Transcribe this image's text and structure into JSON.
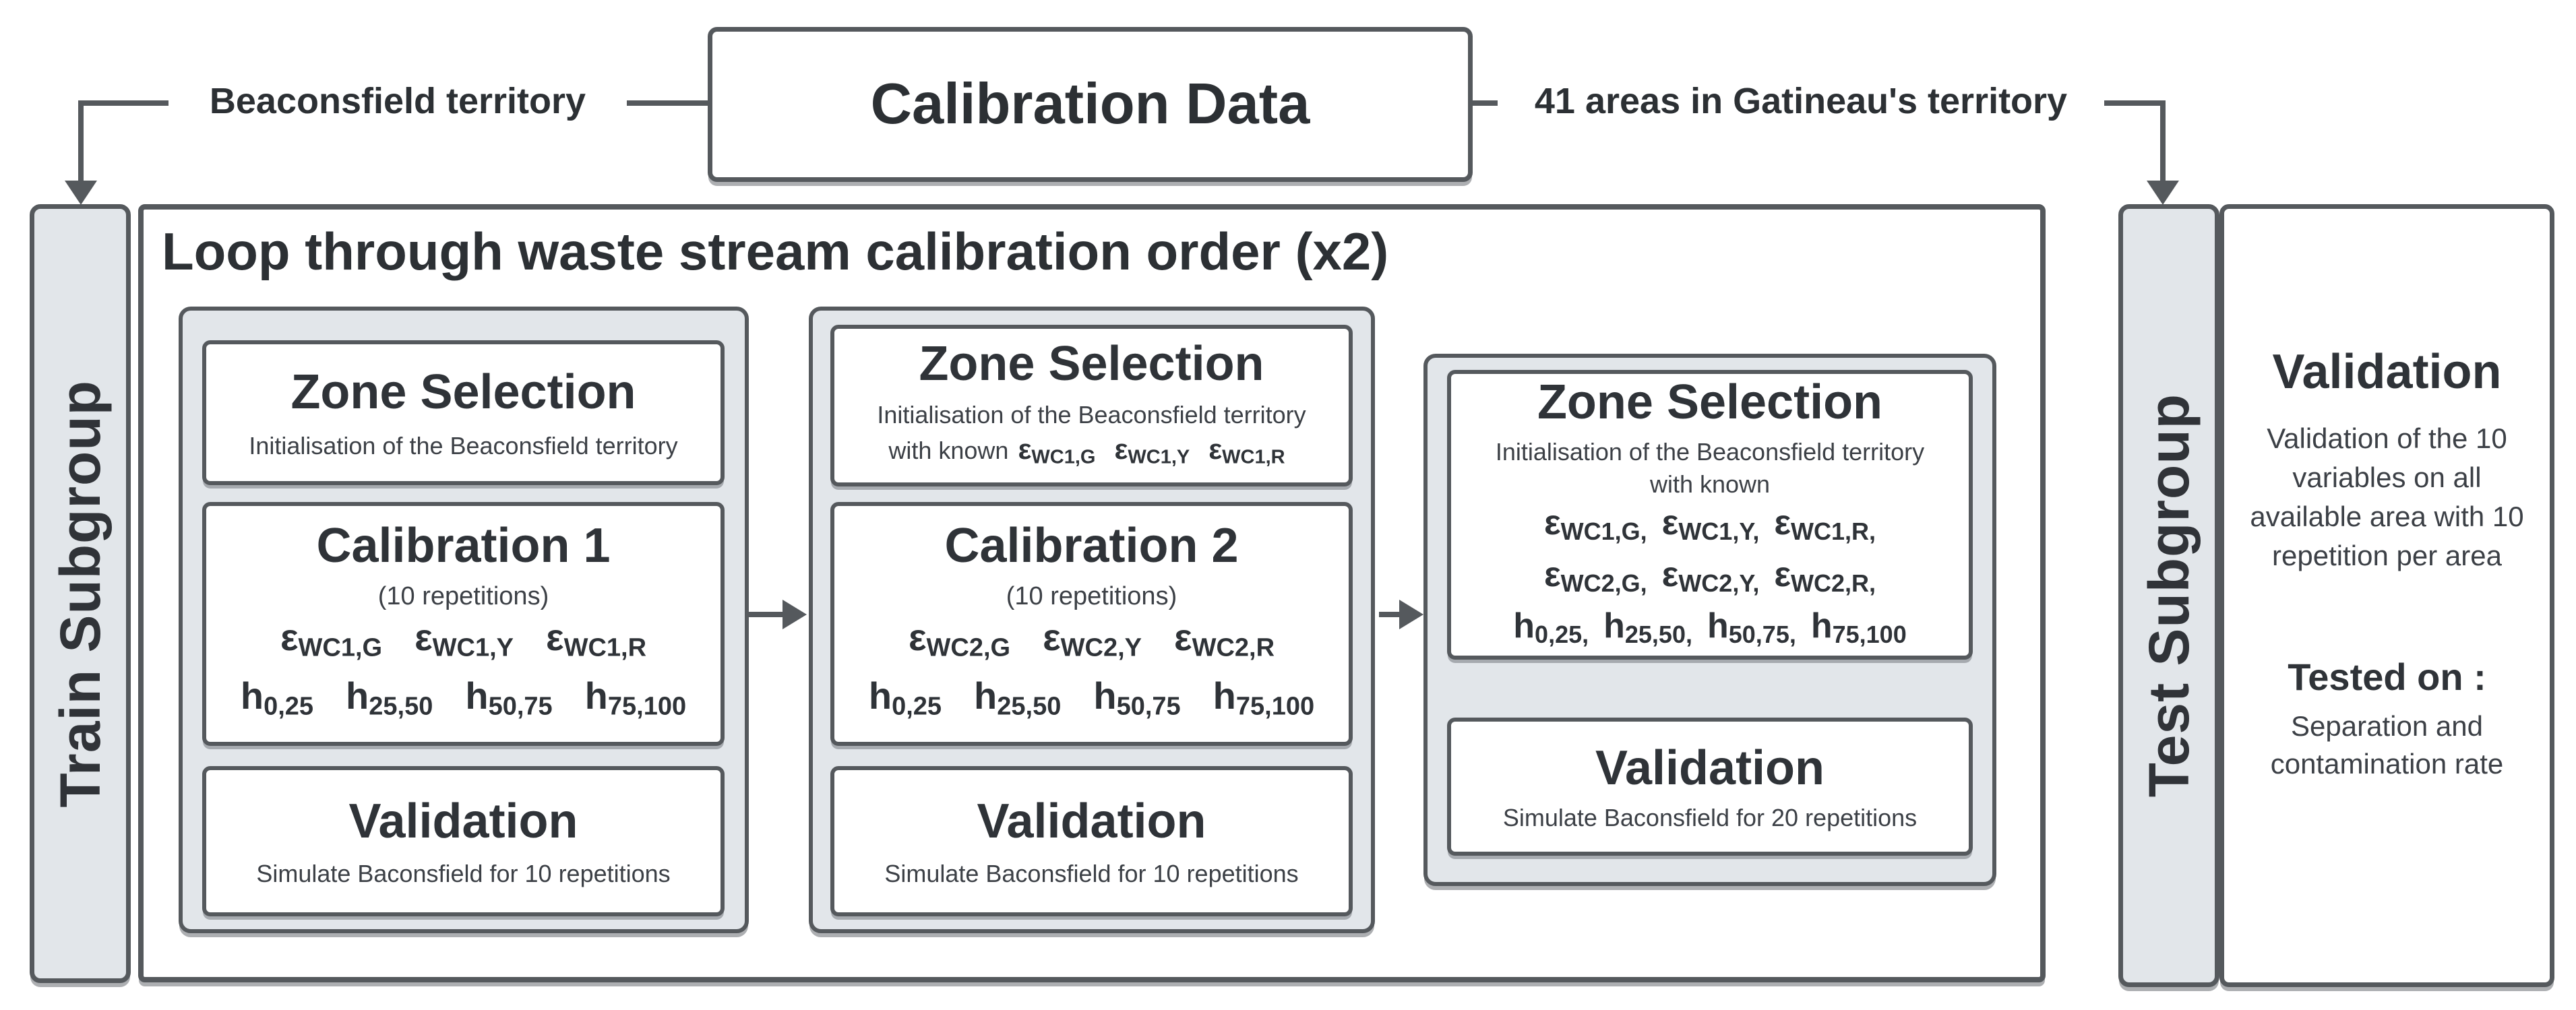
{
  "colors": {
    "border": "#55595d",
    "panel_fill": "#e2e6ea",
    "text_primary": "#2f3338",
    "text_secondary": "#3c4046",
    "background": "#ffffff"
  },
  "top": {
    "calibration_data": "Calibration Data",
    "left_label": "Beaconsfield territory",
    "right_label": "41 areas in Gatineau's territory"
  },
  "left_bar": {
    "label": "Train Subgroup"
  },
  "right_bar": {
    "label": "Test Subgroup"
  },
  "loop": {
    "title": "Loop through waste stream calibration order (x2)",
    "stages": [
      {
        "zone": {
          "title": "Zone Selection",
          "subtitle": "Initialisation of the Beaconsfield territory"
        },
        "calibration": {
          "title": "Calibration 1",
          "note": "(10 repetitions)",
          "eps": [
            [
              "ε",
              "WC1,G"
            ],
            [
              "ε",
              "WC1,Y"
            ],
            [
              "ε",
              "WC1,R"
            ]
          ],
          "h": [
            [
              "h",
              "0,25"
            ],
            [
              "h",
              "25,50"
            ],
            [
              "h",
              "50,75"
            ],
            [
              "h",
              "75,100"
            ]
          ]
        },
        "validation": {
          "title": "Validation",
          "subtitle": "Simulate Baconsfield for 10 repetitions"
        }
      },
      {
        "zone": {
          "title": "Zone Selection",
          "subtitle": "Initialisation of the Beaconsfield territory",
          "known_prefix": "with known",
          "known": [
            [
              "ε",
              "WC1,G"
            ],
            [
              "ε",
              "WC1,Y"
            ],
            [
              "ε",
              "WC1,R"
            ]
          ]
        },
        "calibration": {
          "title": "Calibration 2",
          "note": "(10 repetitions)",
          "eps": [
            [
              "ε",
              "WC2,G"
            ],
            [
              "ε",
              "WC2,Y"
            ],
            [
              "ε",
              "WC2,R"
            ]
          ],
          "h": [
            [
              "h",
              "0,25"
            ],
            [
              "h",
              "25,50"
            ],
            [
              "h",
              "50,75"
            ],
            [
              "h",
              "75,100"
            ]
          ]
        },
        "validation": {
          "title": "Validation",
          "subtitle": "Simulate Baconsfield for 10 repetitions"
        }
      },
      {
        "zone": {
          "title": "Zone Selection",
          "subtitle": "Initialisation of the Beaconsfield territory",
          "subtitle2": "with known",
          "eps1": [
            [
              "ε",
              "WC1,G,"
            ],
            [
              "ε",
              "WC1,Y,"
            ],
            [
              "ε",
              "WC1,R,"
            ]
          ],
          "eps2": [
            [
              "ε",
              "WC2,G,"
            ],
            [
              "ε",
              "WC2,Y,"
            ],
            [
              "ε",
              "WC2,R,"
            ]
          ],
          "h": [
            [
              "h",
              "0,25,"
            ],
            [
              "h",
              "25,50,"
            ],
            [
              "h",
              "50,75,"
            ],
            [
              "h",
              "75,100"
            ]
          ]
        },
        "validation": {
          "title": "Validation",
          "subtitle": "Simulate Baconsfield for 20 repetitions"
        }
      }
    ]
  },
  "test_panel": {
    "validation_title": "Validation",
    "validation_body": "Validation of the 10 variables on all available area with 10 repetition per area",
    "tested_title": "Tested on :",
    "tested_body": "Separation and contamination rate"
  }
}
